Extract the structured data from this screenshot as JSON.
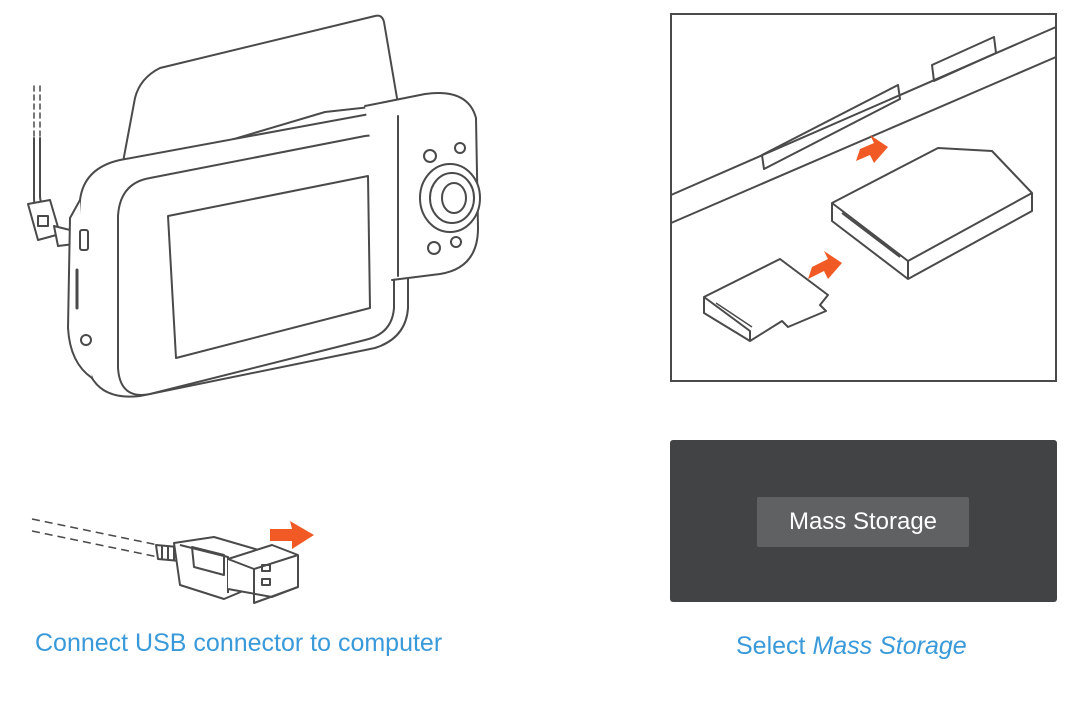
{
  "captions": {
    "usb": "Connect USB connector to computer",
    "select_prefix": "Select ",
    "select_emphasis": "Mass Storage"
  },
  "screen": {
    "button_label": "Mass Storage"
  },
  "colors": {
    "accent_arrow": "#f15a24",
    "caption_text": "#3a9ad9",
    "screen_background": "#414345",
    "button_background": "#5f6163",
    "line_art": "#4a4a4a"
  },
  "icons": {
    "usb_arrow": "arrow-right-icon",
    "card_arrow": "arrow-up-right-icon"
  }
}
